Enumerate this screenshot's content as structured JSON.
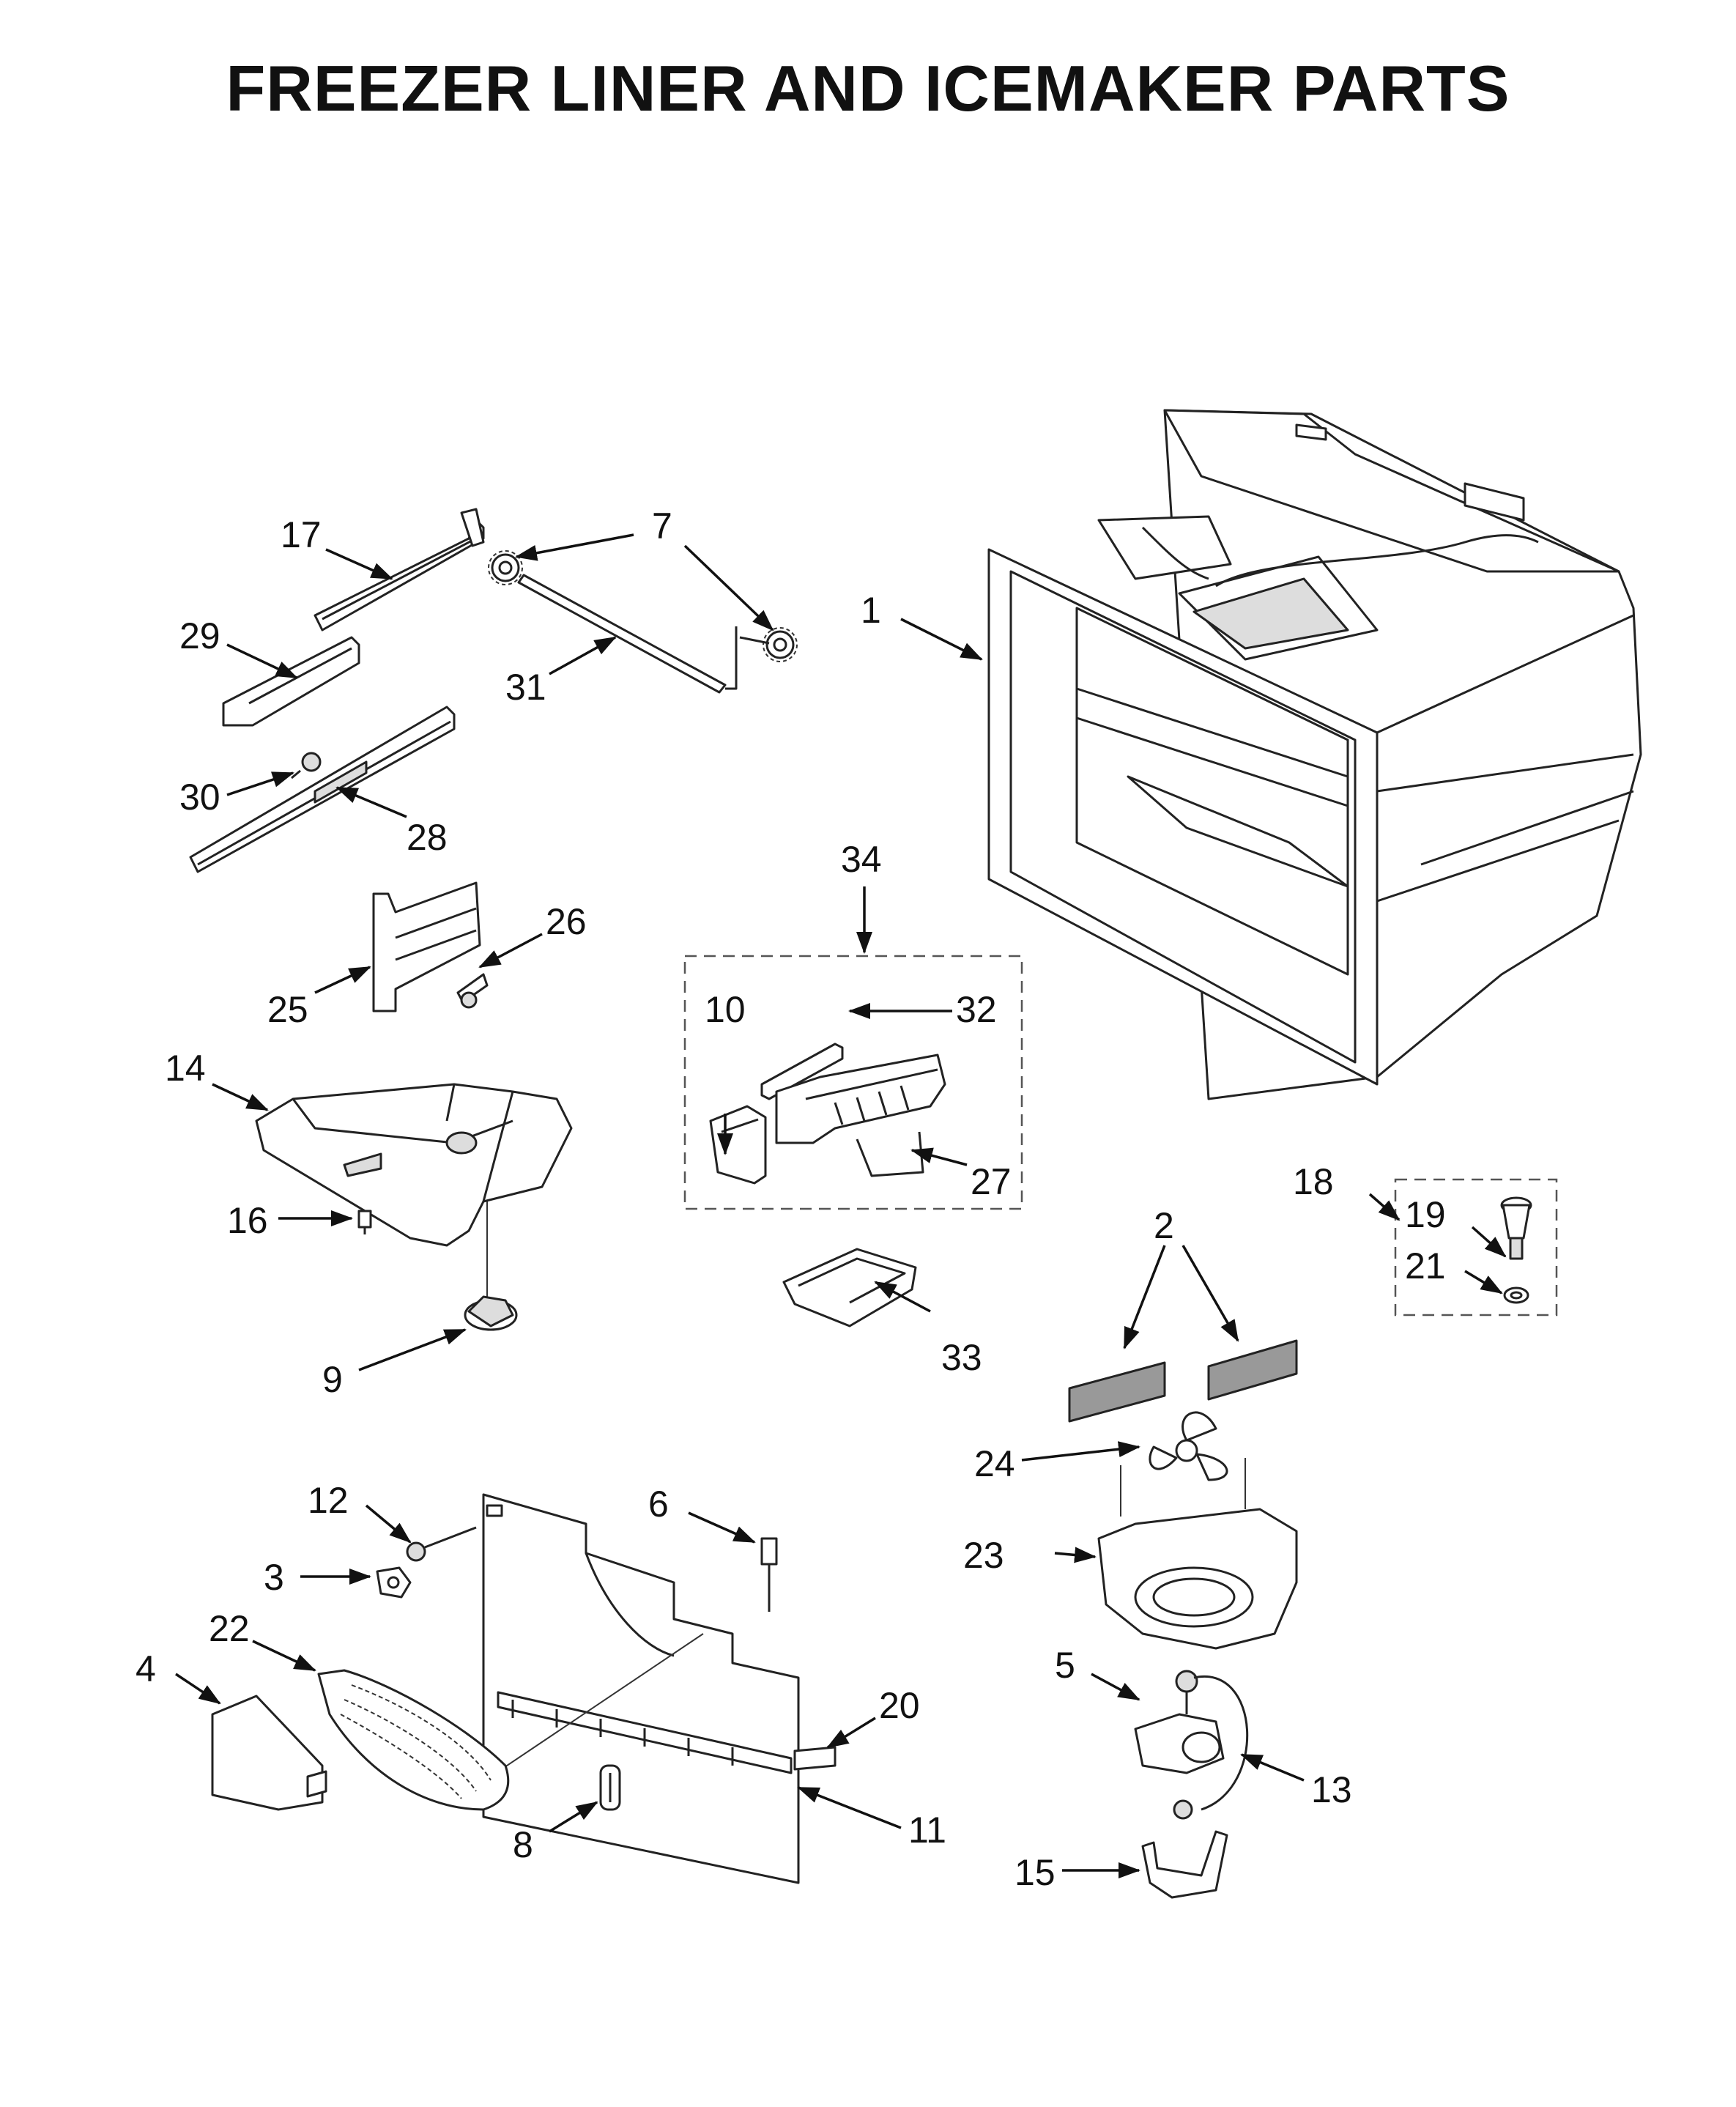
{
  "title": "FREEZER LINER AND ICEMAKER PARTS",
  "callouts": [
    {
      "id": "1",
      "label": "1"
    },
    {
      "id": "2",
      "label": "2"
    },
    {
      "id": "3",
      "label": "3"
    },
    {
      "id": "4",
      "label": "4"
    },
    {
      "id": "5",
      "label": "5"
    },
    {
      "id": "6",
      "label": "6"
    },
    {
      "id": "7",
      "label": "7"
    },
    {
      "id": "8",
      "label": "8"
    },
    {
      "id": "9",
      "label": "9"
    },
    {
      "id": "10",
      "label": "10"
    },
    {
      "id": "11",
      "label": "11"
    },
    {
      "id": "12",
      "label": "12"
    },
    {
      "id": "13",
      "label": "13"
    },
    {
      "id": "14",
      "label": "14"
    },
    {
      "id": "15",
      "label": "15"
    },
    {
      "id": "16",
      "label": "16"
    },
    {
      "id": "17",
      "label": "17"
    },
    {
      "id": "18",
      "label": "18"
    },
    {
      "id": "19",
      "label": "19"
    },
    {
      "id": "20",
      "label": "20"
    },
    {
      "id": "21",
      "label": "21"
    },
    {
      "id": "22",
      "label": "22"
    },
    {
      "id": "23",
      "label": "23"
    },
    {
      "id": "24",
      "label": "24"
    },
    {
      "id": "25",
      "label": "25"
    },
    {
      "id": "26",
      "label": "26"
    },
    {
      "id": "27",
      "label": "27"
    },
    {
      "id": "28",
      "label": "28"
    },
    {
      "id": "29",
      "label": "29"
    },
    {
      "id": "30",
      "label": "30"
    },
    {
      "id": "31",
      "label": "31"
    },
    {
      "id": "32",
      "label": "32"
    },
    {
      "id": "33",
      "label": "33"
    },
    {
      "id": "34",
      "label": "34"
    }
  ]
}
